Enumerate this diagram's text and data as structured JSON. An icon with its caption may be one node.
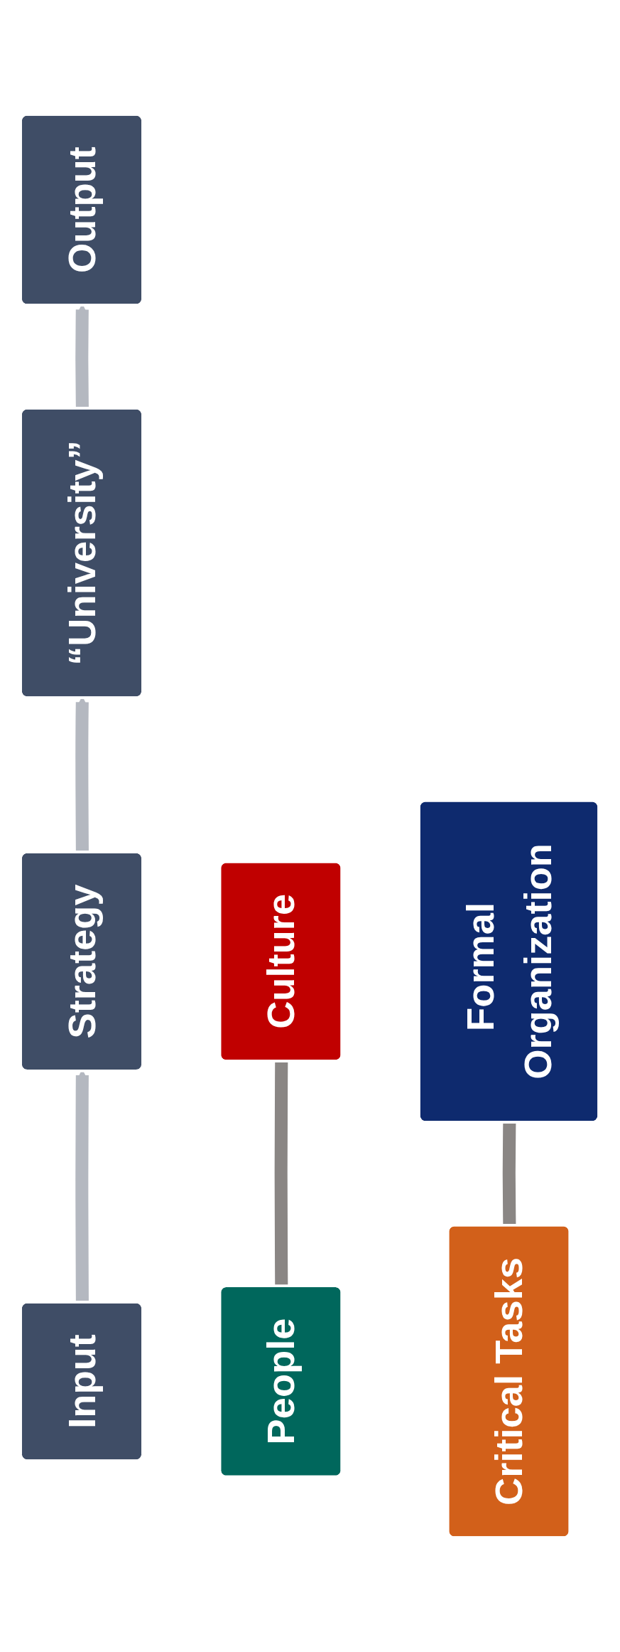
{
  "diagram": {
    "nodes": [
      {
        "text": [
          "Input"
        ]
      },
      {
        "text": [
          "Strategy"
        ]
      },
      {
        "text": [
          "“University”"
        ]
      },
      {
        "text": [
          "Output"
        ]
      },
      {
        "text": [
          "Critical Tasks"
        ]
      },
      {
        "text": [
          "People"
        ]
      },
      {
        "text": [
          "Culture"
        ]
      },
      {
        "text": [
          "Formal Organization"
        ]
      }
    ],
    "edges": [
      {
        "from": 0,
        "to": 1,
        "arrow": "to"
      },
      {
        "from": 1,
        "to": 2,
        "arrow": "to"
      },
      {
        "from": 2,
        "to": 3,
        "arrow": "to"
      },
      {
        "from": 4,
        "to": 7,
        "arrow": "none",
        "color": "#8a8684"
      },
      {
        "from": 5,
        "to": 6,
        "arrow": "none",
        "color": "#8a8684"
      }
    ]
  }
}
